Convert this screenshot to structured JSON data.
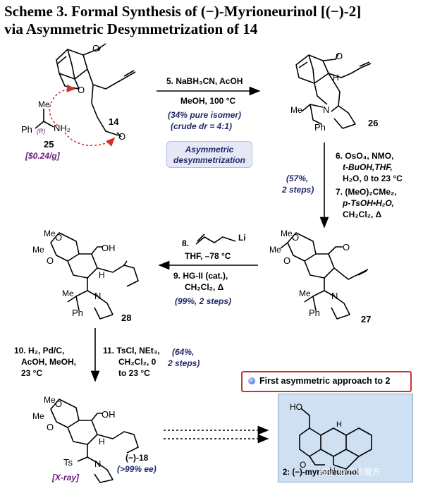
{
  "title": {
    "line1": "Scheme 3. Formal Synthesis of (−)-Myrioneurinol [(−)-2]",
    "line2": "via Asymmetric Desymmetrization of 14"
  },
  "compounds": {
    "c14": "14",
    "c25": "25",
    "c25_price": "[$0.24/g]",
    "c26": "26",
    "c27": "27",
    "c28": "28",
    "c18_label": "(−)-18",
    "c18_ee": "(>99% ee)",
    "xray": "[X-ray]",
    "target": "2: (−)-myrioneurinol"
  },
  "atoms": {
    "Ph": "Ph",
    "R": "(R)",
    "NH2": "NH₂",
    "O": "O",
    "N": "N",
    "H": "H",
    "Me": "Me",
    "OH": "OH",
    "HO": "HO",
    "Ts": "Ts"
  },
  "steps": {
    "s5_reagent": "5. NaBH₃CN, AcOH",
    "s5_cond": "MeOH, 100 °C",
    "s5_note1": "(34% pure isomer)",
    "s5_note2": "(crude dr = 4:1)",
    "asym1": "Asymmetric",
    "asym2": "desymmetrization",
    "s6_1": "6. OsO₄, NMO,",
    "s6_2": "t-BuOH,THF,",
    "s6_3": "H₂O, 0 to 23 °C",
    "s7_1": "7. (MeO)₂CMe₂,",
    "s7_2": "p-TsOH•H₂O,",
    "s7_3": "CH₂Cl₂, Δ",
    "yield67_1": "(57%,",
    "yield67_2": "2 steps)",
    "s8_num": "8.",
    "s8_li": "Li",
    "s8_cond": "THF, –78 °C",
    "s9_1": "9. HG-II (cat.),",
    "s9_2": "CH₂Cl₂, Δ",
    "s89_yield": "(99%, 2 steps)",
    "s10_1": "10. H₂, Pd/C,",
    "s10_2": "AcOH, MeOH,",
    "s10_3": "23 °C",
    "s11_1": "11. TsCl, NEt₃,",
    "s11_2": "CH₂Cl₂, 0",
    "s11_3": "to 23 °C",
    "y1011_1": "(64%,",
    "y1011_2": "2 steps)"
  },
  "highlight": "First asymmetric approach to 2",
  "watermark": "知乎 @元素魔方",
  "colors": {
    "navy": "#1f2a6b",
    "purple": "#6b1a7a",
    "red": "#d32f2f",
    "blue_box": "#cfe0f3",
    "pill": "#e6e8f6"
  }
}
